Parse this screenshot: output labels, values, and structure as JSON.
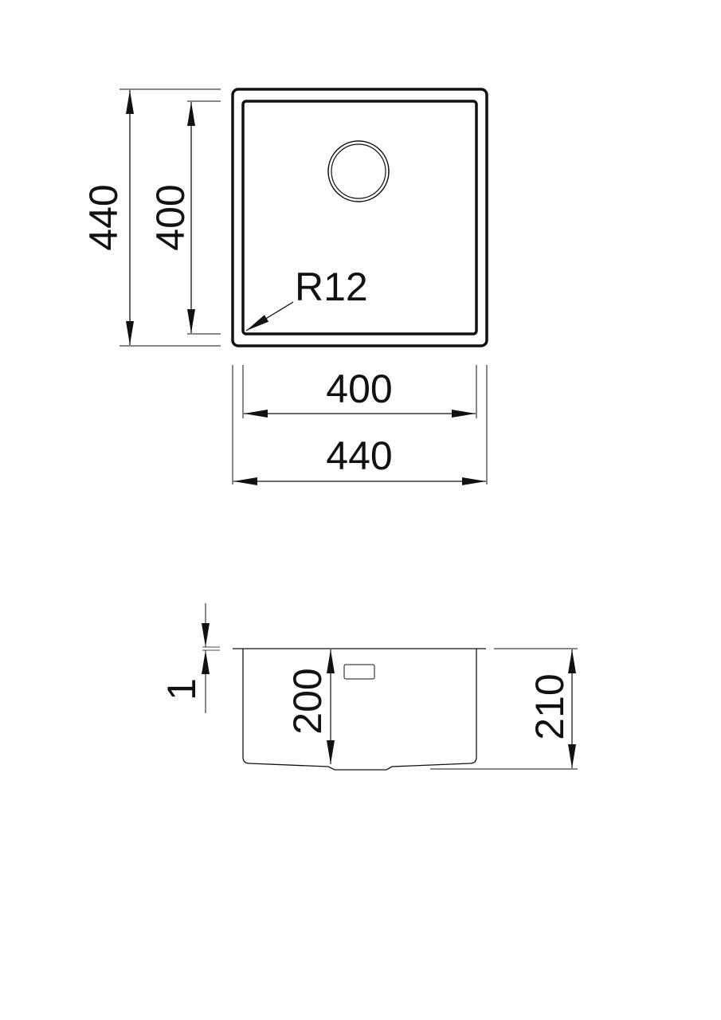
{
  "top_view": {
    "height_outer": "440",
    "height_inner": "400",
    "width_inner": "400",
    "width_outer": "440",
    "corner_radius": "R12"
  },
  "side_view": {
    "rim_thickness": "1",
    "bowl_depth": "200",
    "total_depth": "210"
  }
}
